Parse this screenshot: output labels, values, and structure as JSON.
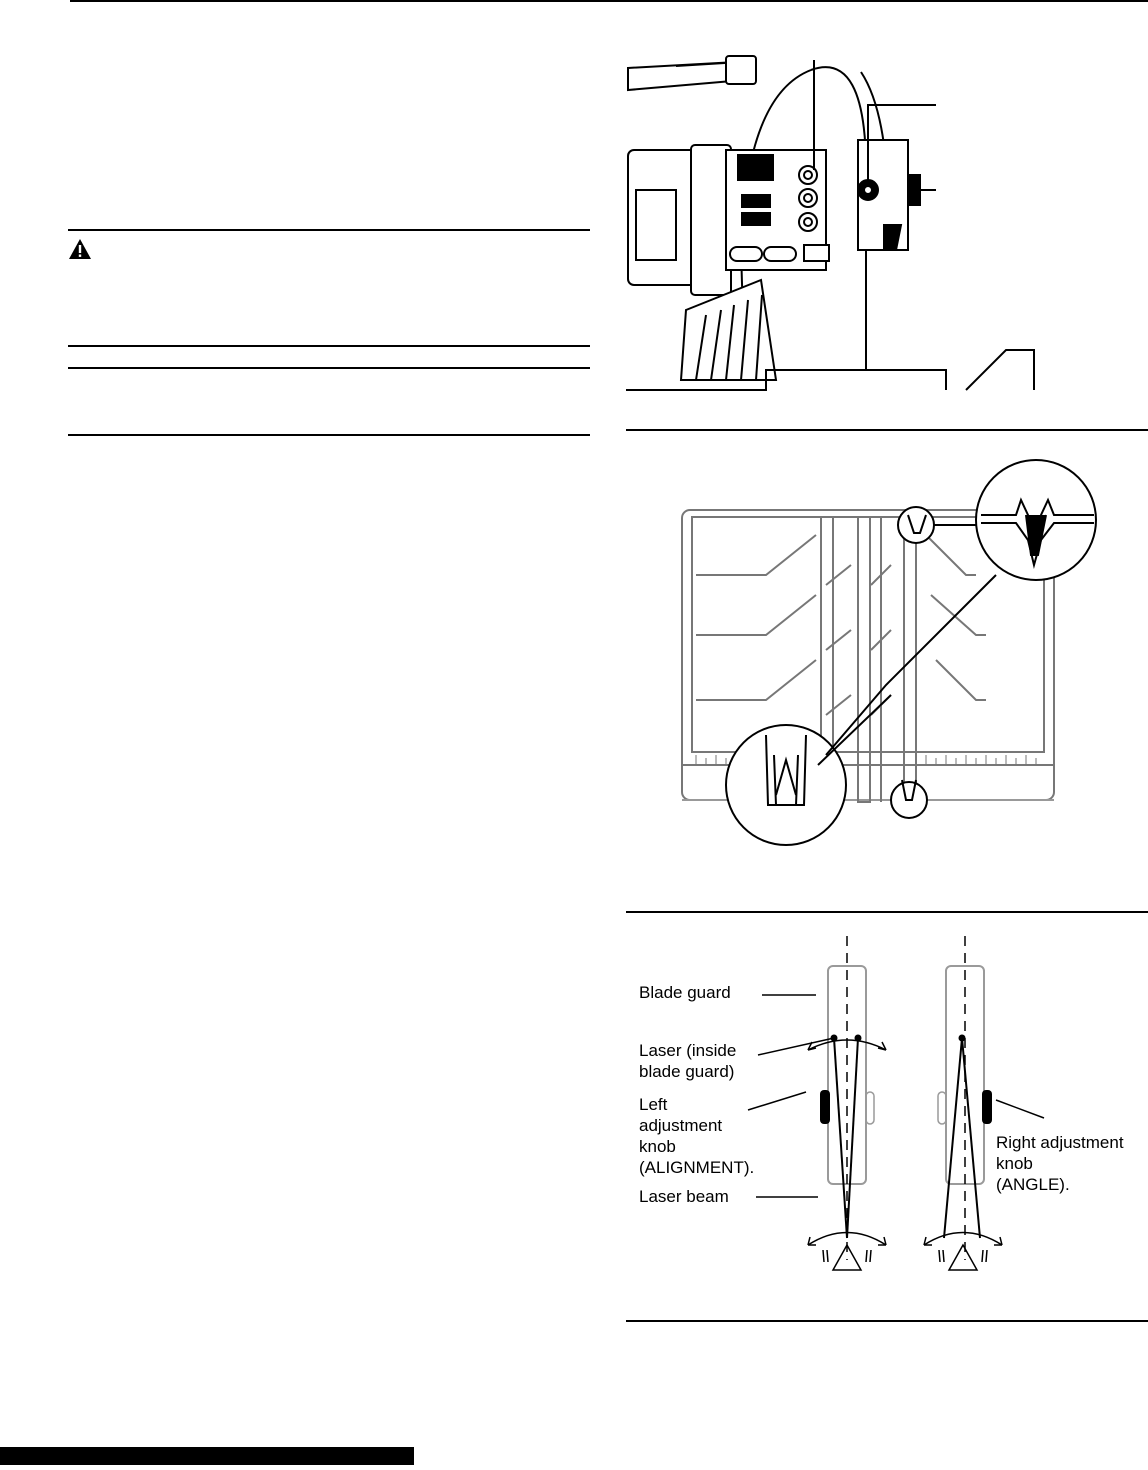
{
  "diagram_labels": {
    "blade_guard": "Blade guard",
    "laser": "Laser (inside\nblade guard)",
    "left_knob": "Left\nadjustment\nknob\n(ALIGNMENT).",
    "laser_beam": "Laser beam",
    "right_knob": "Right adjustment\nknob\n(ANGLE)."
  },
  "icons": {
    "warning": "warning-triangle-icon"
  }
}
